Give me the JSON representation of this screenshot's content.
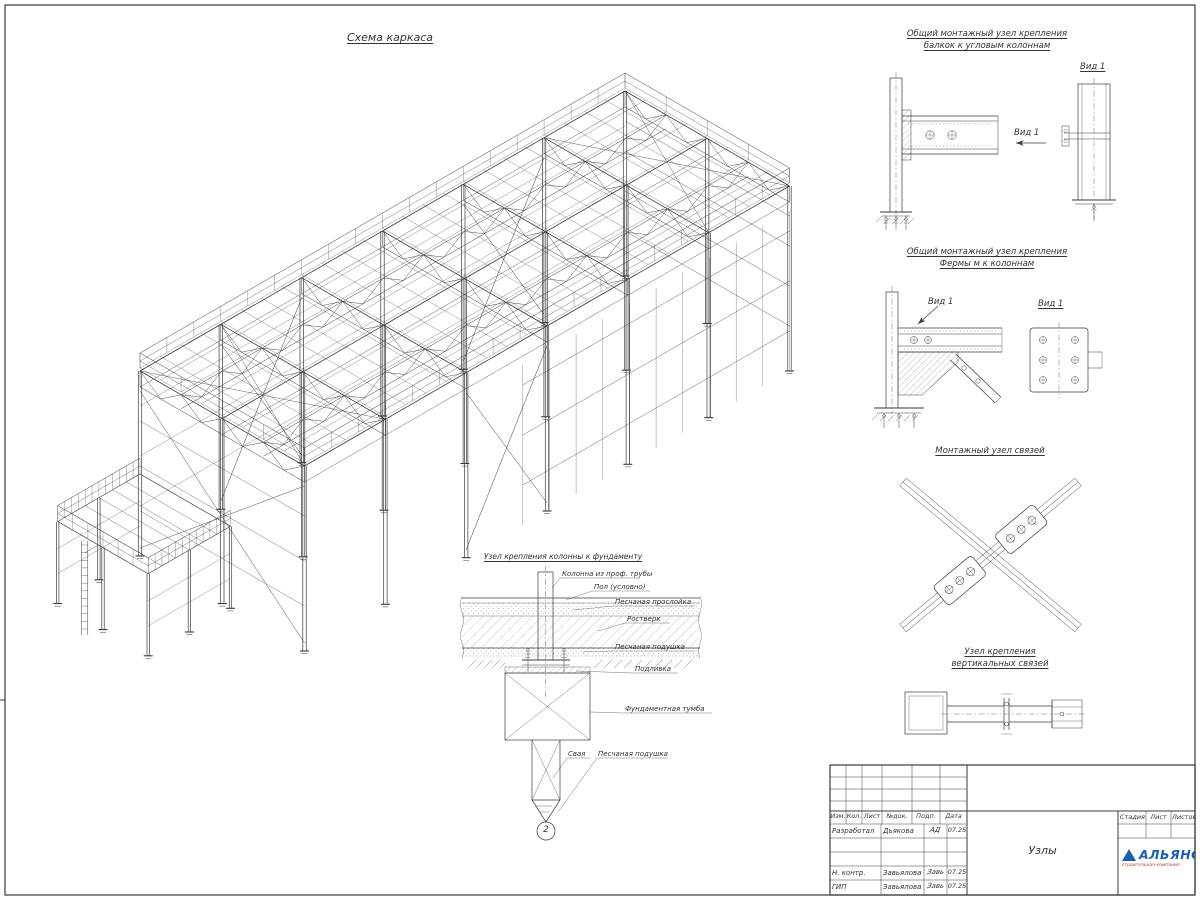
{
  "titles": {
    "main": "Схема каркаса"
  },
  "details": {
    "beam_corner": {
      "title1": "Общий монтажный узел крепления",
      "title2": "балкок к угловым колоннам",
      "view_label": "Вид 1",
      "view_arrow_label": "Вид 1"
    },
    "truss_column": {
      "title1": "Общий монтажный узел крепления",
      "title2": "Фермы м к колоннам",
      "view_label": "Вид 1",
      "view_arrow_label": "Вид 1"
    },
    "braces": {
      "title": "Монтажный узел связей"
    },
    "vertical_braces": {
      "title1": "Узел крепления",
      "title2": "вертикальных связей"
    }
  },
  "foundation": {
    "title": "Узел крепления колонны к фундаменту",
    "labels": [
      "Колонна из проф. трубы",
      "Пол (условно)",
      "Песчаная прослойка",
      "Ростверк",
      "Песчаная подушка",
      "Подливка",
      "Фундаментная тумба",
      "Свая",
      "Песчаная подушка"
    ],
    "callout": "2"
  },
  "title_block": {
    "col_headers": [
      "Изм.",
      "Кол.",
      "Лист",
      "№док.",
      "Подп.",
      "Дата"
    ],
    "rows": [
      {
        "role": "Разработал",
        "name": "Дьякова",
        "sign": "АД",
        "date": "07.25"
      },
      {
        "role": "Н. контр.",
        "name": "Завьялова",
        "sign": "Завь",
        "date": "07.25"
      },
      {
        "role": "ГИП",
        "name": "Завьялова",
        "sign": "Завь",
        "date": "07.25"
      }
    ],
    "stage_headers": [
      "Стадия",
      "Лист",
      "Листов"
    ],
    "doc_name": "Узлы",
    "logo_text": "АЛЬЯНС",
    "logo_sub": "строительная компания",
    "logo_color": "#1a5fae",
    "logo_sub_color": "#c0392b"
  },
  "drawing": {
    "ink": "#3a3a3a"
  }
}
